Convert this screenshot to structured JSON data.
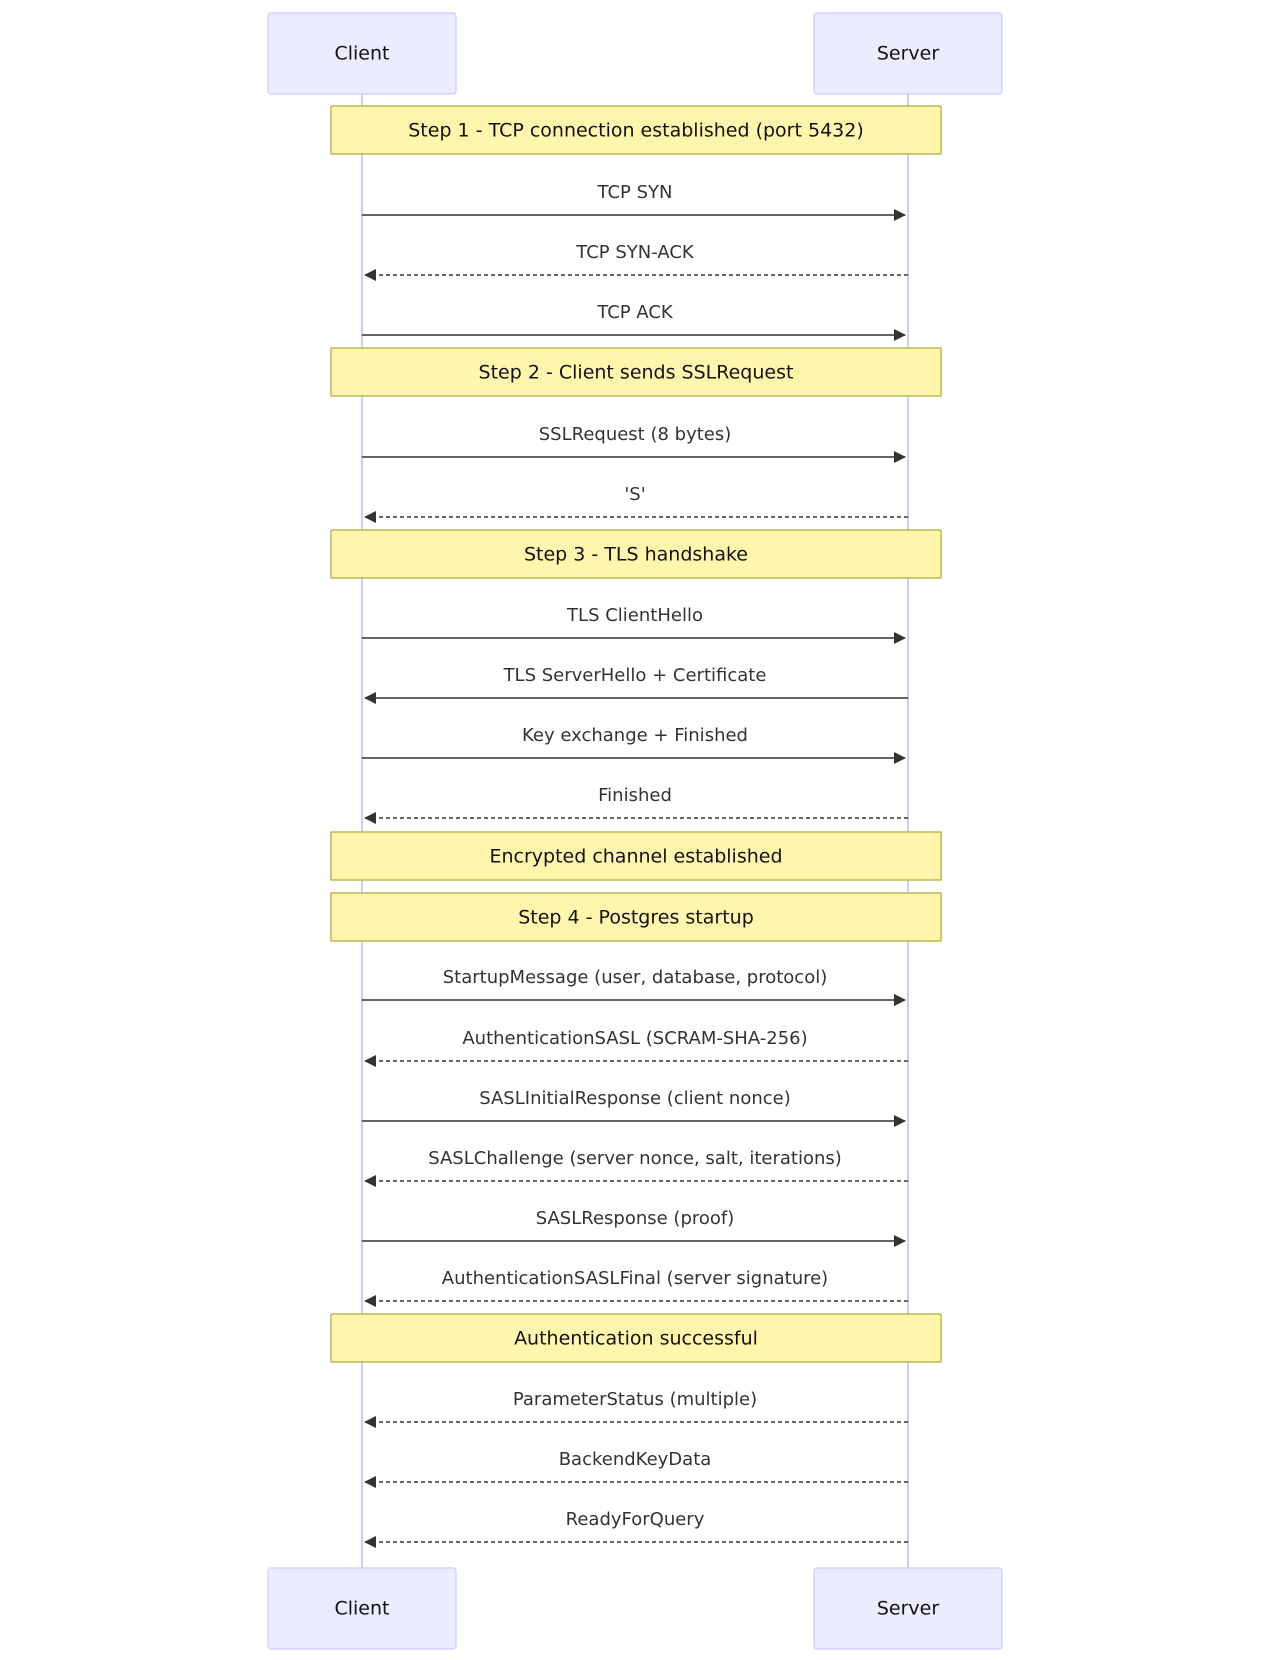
{
  "diagram": {
    "type": "sequence",
    "participants": {
      "client": "Client",
      "server": "Server"
    },
    "colors": {
      "actor_fill": "#ECECFF",
      "actor_border": "#CCCCFF",
      "note_fill": "#FFF5AD",
      "note_border": "#AAAA33",
      "message_line": "#333333"
    },
    "events": [
      {
        "kind": "note",
        "text": "Step 1 - TCP connection established (port 5432)"
      },
      {
        "kind": "message",
        "from": "client",
        "to": "server",
        "style": "solid",
        "text": "TCP SYN"
      },
      {
        "kind": "message",
        "from": "server",
        "to": "client",
        "style": "dashed",
        "text": "TCP SYN-ACK"
      },
      {
        "kind": "message",
        "from": "client",
        "to": "server",
        "style": "solid",
        "text": "TCP ACK"
      },
      {
        "kind": "note",
        "text": "Step 2 - Client sends SSLRequest"
      },
      {
        "kind": "message",
        "from": "client",
        "to": "server",
        "style": "solid",
        "text": "SSLRequest (8 bytes)"
      },
      {
        "kind": "message",
        "from": "server",
        "to": "client",
        "style": "dashed",
        "text": "'S'"
      },
      {
        "kind": "note",
        "text": "Step 3 - TLS handshake"
      },
      {
        "kind": "message",
        "from": "client",
        "to": "server",
        "style": "solid",
        "text": "TLS ClientHello"
      },
      {
        "kind": "message",
        "from": "server",
        "to": "client",
        "style": "solid",
        "text": "TLS ServerHello + Certificate"
      },
      {
        "kind": "message",
        "from": "client",
        "to": "server",
        "style": "solid",
        "text": "Key exchange + Finished"
      },
      {
        "kind": "message",
        "from": "server",
        "to": "client",
        "style": "dashed",
        "text": "Finished"
      },
      {
        "kind": "note",
        "text": "Encrypted channel established"
      },
      {
        "kind": "note",
        "text": "Step 4 - Postgres startup"
      },
      {
        "kind": "message",
        "from": "client",
        "to": "server",
        "style": "solid",
        "text": "StartupMessage (user, database, protocol)"
      },
      {
        "kind": "message",
        "from": "server",
        "to": "client",
        "style": "dashed",
        "text": "AuthenticationSASL (SCRAM-SHA-256)"
      },
      {
        "kind": "message",
        "from": "client",
        "to": "server",
        "style": "solid",
        "text": "SASLInitialResponse (client nonce)"
      },
      {
        "kind": "message",
        "from": "server",
        "to": "client",
        "style": "dashed",
        "text": "SASLChallenge (server nonce, salt, iterations)"
      },
      {
        "kind": "message",
        "from": "client",
        "to": "server",
        "style": "solid",
        "text": "SASLResponse (proof)"
      },
      {
        "kind": "message",
        "from": "server",
        "to": "client",
        "style": "dashed",
        "text": "AuthenticationSASLFinal (server signature)"
      },
      {
        "kind": "note",
        "text": "Authentication successful"
      },
      {
        "kind": "message",
        "from": "server",
        "to": "client",
        "style": "dashed",
        "text": "ParameterStatus (multiple)"
      },
      {
        "kind": "message",
        "from": "server",
        "to": "client",
        "style": "dashed",
        "text": "BackendKeyData"
      },
      {
        "kind": "message",
        "from": "server",
        "to": "client",
        "style": "dashed",
        "text": "ReadyForQuery"
      }
    ]
  }
}
